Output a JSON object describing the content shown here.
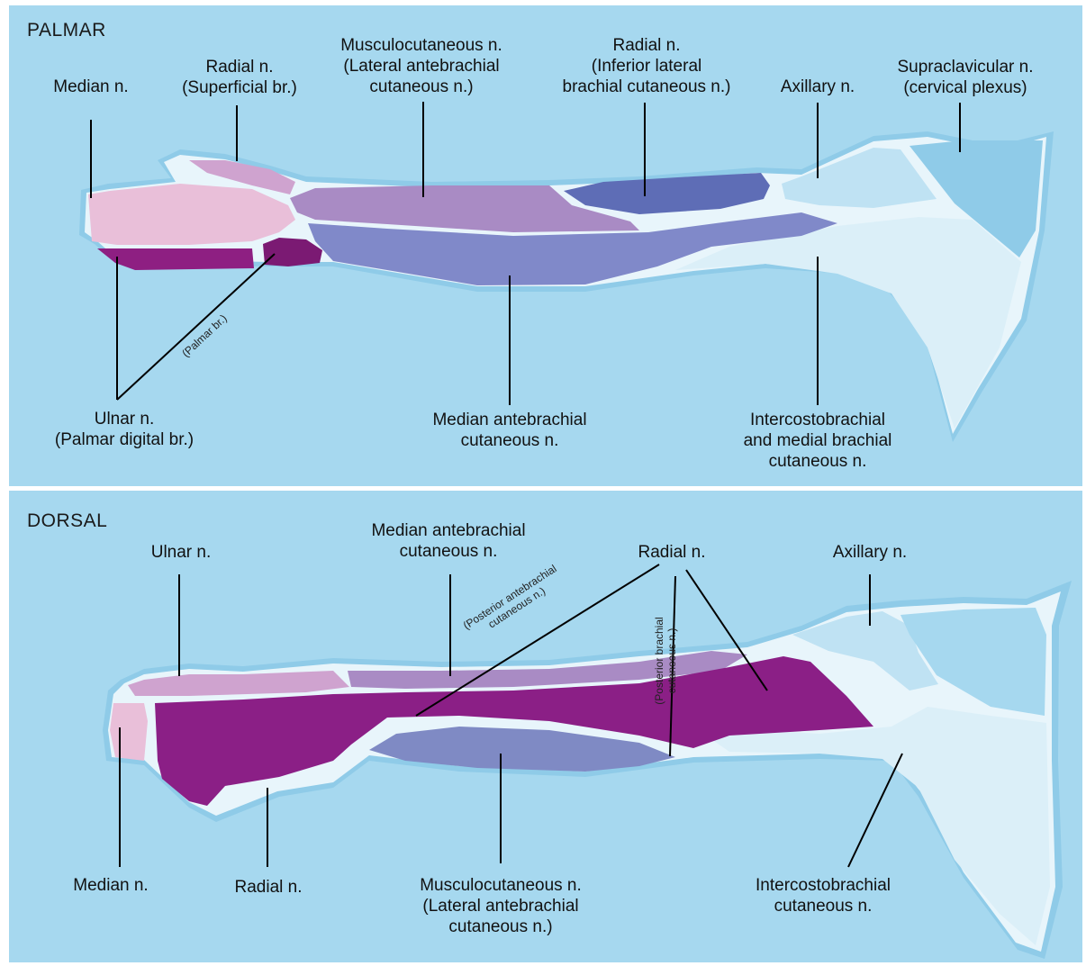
{
  "palmar": {
    "heading": "PALMAR",
    "median": [
      "Median n."
    ],
    "radial_superficial": [
      "Radial n.",
      "(Superficial br.)"
    ],
    "musculocutaneous": [
      "Musculocutaneous n.",
      "(Lateral antebrachial",
      "cutaneous n.)"
    ],
    "radial_inferior": [
      "Radial n.",
      "(Inferior lateral",
      "brachial cutaneous n.)"
    ],
    "axillary": [
      "Axillary n."
    ],
    "supraclavicular": [
      "Supraclavicular n.",
      "(cervical plexus)"
    ],
    "ulnar": [
      "Ulnar n.",
      "(Palmar digital br.)"
    ],
    "palmar_br": "(Palmar br.)",
    "median_antebrachial": [
      "Median antebrachial",
      "cutaneous n."
    ],
    "intercostobrachial": [
      "Intercostobrachial",
      "and medial brachial",
      "cutaneous n."
    ]
  },
  "dorsal": {
    "heading": "DORSAL",
    "ulnar": [
      "Ulnar n."
    ],
    "median_antebrachial": [
      "Median antebrachial",
      "cutaneous n."
    ],
    "radial_top": [
      "Radial n."
    ],
    "axillary": [
      "Axillary n."
    ],
    "posterior_antebrachial": [
      "(Posterior antebrachial",
      "cutaneous n.)"
    ],
    "posterior_brachial": [
      "(Posterior brachial",
      "cutaneous n.)"
    ],
    "median": [
      "Median n."
    ],
    "radial_bottom": [
      "Radial n."
    ],
    "musculocutaneous": [
      "Musculocutaneous n.",
      "(Lateral antebrachial",
      "cutaneous n.)"
    ],
    "intercostobrachial": [
      "Intercostobrachial",
      "cutaneous n."
    ]
  },
  "colors": {
    "background": "#a6d8ef",
    "skin_outline": "#8fcbe8",
    "boundary": "#e8f5fb",
    "median_pink": "#e9bfd9",
    "radial_mauve": "#cfa3cf",
    "musculocutaneous_purple": "#a98bc4",
    "radial_navy": "#5e6db6",
    "median_antebrachial_periwinkle": "#8089c9",
    "ulnar_plum": "#8e1f82",
    "radial_dorsal_magenta": "#8b1f86",
    "musculo_dorsal_blue": "#7f8ac4",
    "axillary_light_blue": "#bfe2f3",
    "intercosto_pale": "#dbeff8"
  }
}
